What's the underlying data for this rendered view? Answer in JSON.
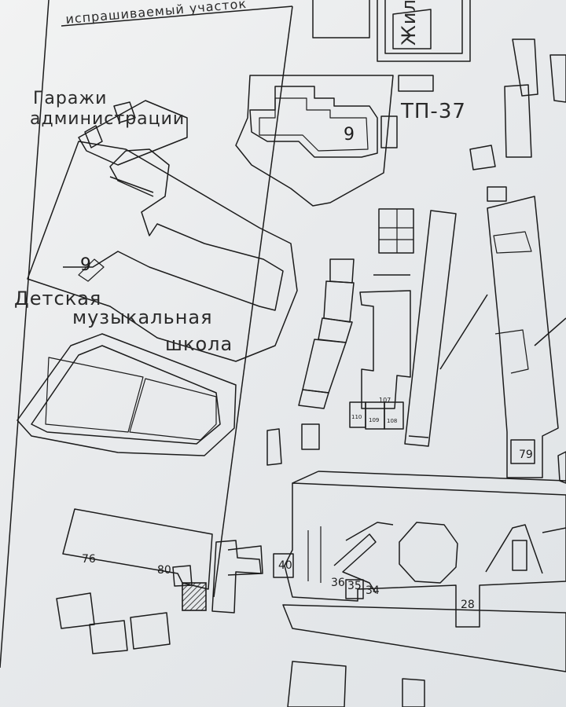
{
  "map": {
    "labels": {
      "plot": "испрашиваемый участок",
      "garages_line1": "Гаражи",
      "garages_line2": "администрации",
      "tp": "ТП-37",
      "school_line1": "Детская",
      "school_line2": "музыкальная",
      "school_line3": "школа",
      "residential": "Жил"
    },
    "building_numbers": {
      "n9_top": "9",
      "n9_left": "9",
      "n107": "107",
      "n110": "110",
      "n109": "109",
      "n108": "108",
      "n79": "79",
      "n76": "76",
      "n80": "80",
      "n40": "40",
      "n36": "36",
      "n35": "35",
      "n34": "34",
      "n28": "28"
    },
    "colors": {
      "ink": "#1c1c1c",
      "paper": "#eceeef"
    }
  }
}
